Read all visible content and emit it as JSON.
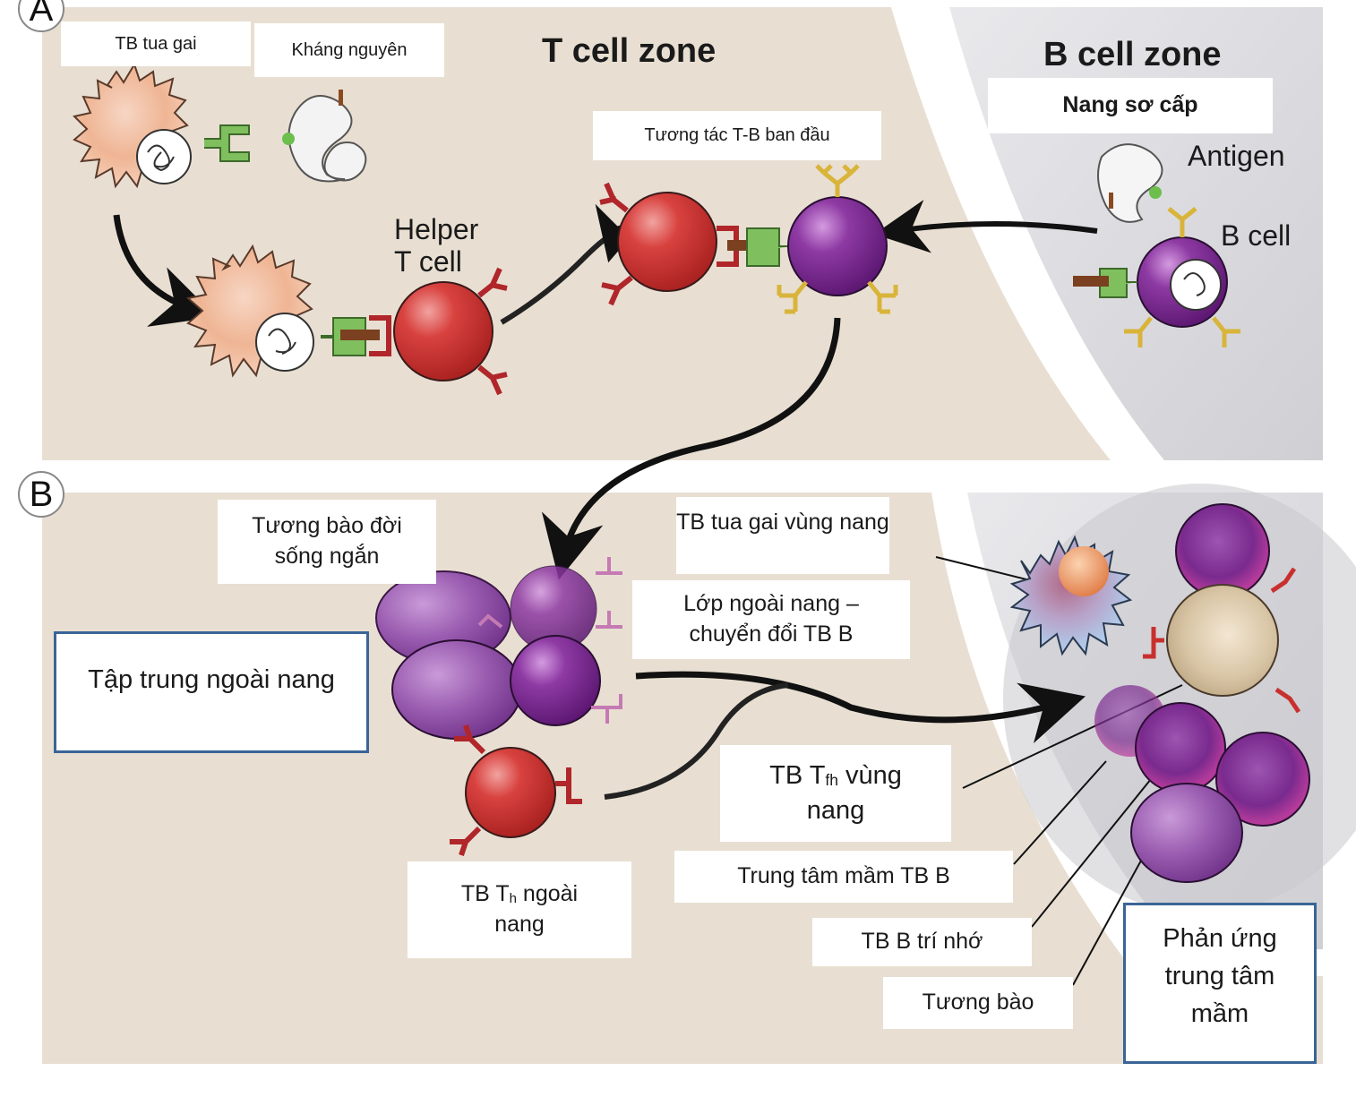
{
  "panel_letters": {
    "a": "A",
    "b": "B"
  },
  "panel_a": {
    "zone_titles": {
      "t_cell_zone": "T cell zone",
      "b_cell_zone": "B cell zone"
    },
    "labels": {
      "dendritic_cell": "TB tua gai",
      "antigen_vi": "Kháng nguyên",
      "helper_t_line1": "Helper",
      "helper_t_line2": "T cell",
      "initial_tb_interaction": "Tương tác T-B ban đầu",
      "primary_follicle": "Nang sơ cấp",
      "antigen_en": "Antigen",
      "b_cell": "B cell"
    }
  },
  "panel_b": {
    "labels": {
      "short_lived_plasma_line1": "Tương bào đời",
      "short_lived_plasma_line2": "sống ngắn",
      "extrafollicular_focus": "Tập trung ngoài nang",
      "follicular_dendritic_cell": "TB tua gai vùng nang",
      "outer_follicle_line1": "Lớp ngoài nang –",
      "outer_follicle_line2": "chuyển đổi TB B",
      "tfh_prefix": "TB T",
      "tfh_sub": "fh",
      "tfh_suffix": " vùng",
      "tfh_line2": "nang",
      "germinal_center_b": "Trung tâm mầm TB B",
      "extrafollicular_th_prefix": "TB T",
      "extrafollicular_th_sub": "h",
      "extrafollicular_th_suffix": " ngoài",
      "extrafollicular_th_line2": "nang",
      "memory_b": "TB B trí nhớ",
      "plasma_cell": "Tương bào",
      "gc_reaction_line1": "Phản ứng",
      "gc_reaction_line2": "trung tâm",
      "gc_reaction_line3": "mầm"
    }
  },
  "colors": {
    "t_zone_bg": "#e8dfd2",
    "b_zone_bg": "#dcdcdf",
    "box_border": "#3a6496",
    "t_cell": "#c8302e",
    "b_cell": "#7a2b8c",
    "dendritic": "#efb594",
    "fdc": "#a9c8e8",
    "receptor_yellow": "#d9b43a",
    "receptor_green": "#7fbf5e",
    "receptor_red": "#b0262a",
    "arrow": "#111111"
  }
}
